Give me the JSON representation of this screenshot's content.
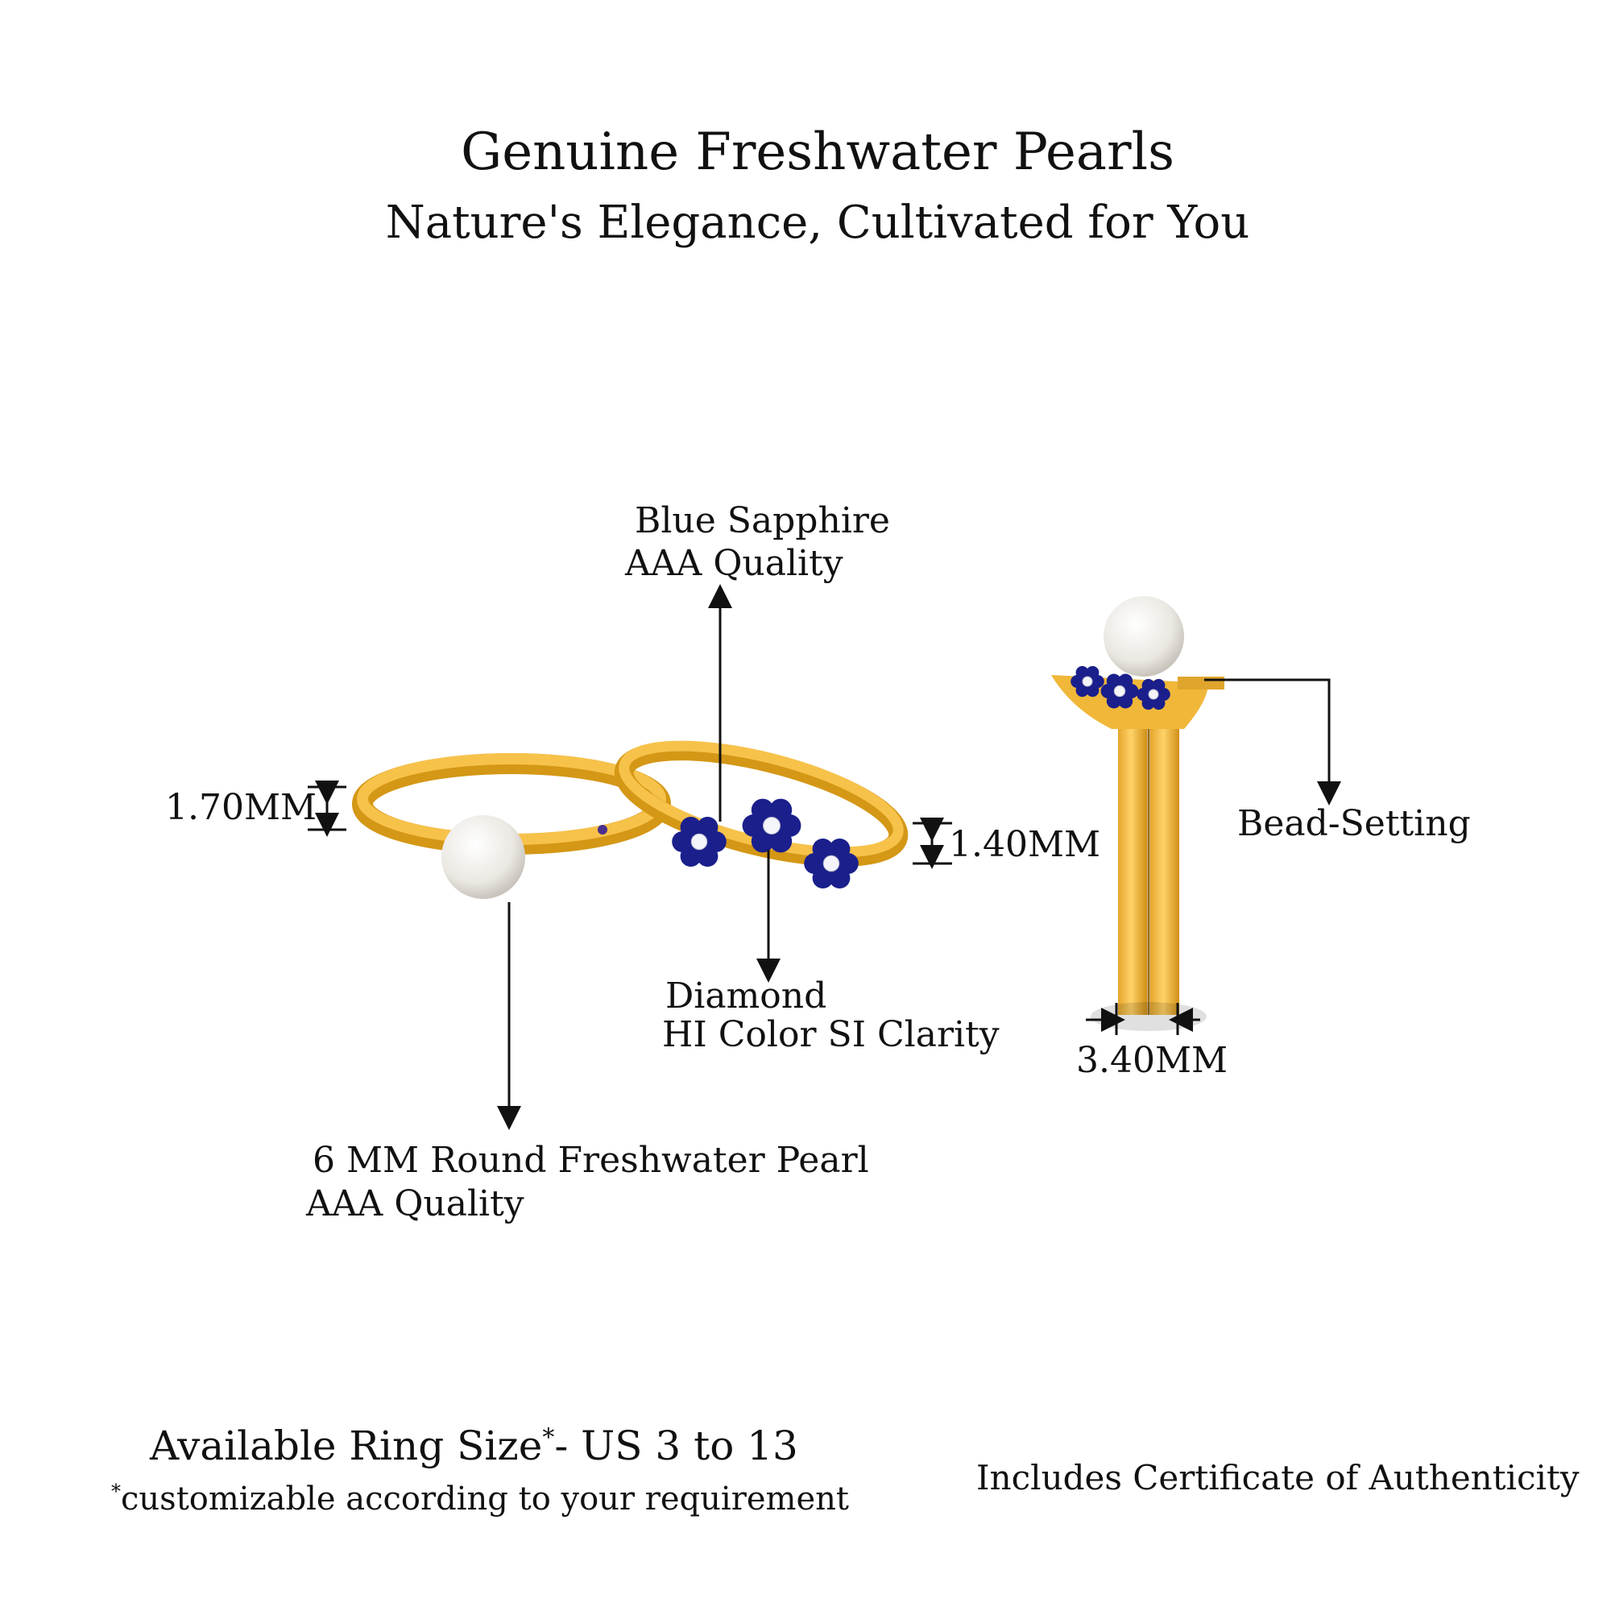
{
  "header": {
    "title": "Genuine Freshwater Pearls",
    "subtitle": "Nature's Elegance, Cultivated for You"
  },
  "callouts": {
    "sapphire_line1": "Blue Sapphire",
    "sapphire_line2": "AAA Quality",
    "diamond_line1": "Diamond",
    "diamond_line2": "HI Color SI Clarity",
    "pearl_line1": "6 MM Round Freshwater Pearl",
    "pearl_line2": "AAA Quality",
    "bead_setting": "Bead-Setting"
  },
  "dimensions": {
    "band_left": "1.70MM",
    "band_right": "1.40MM",
    "width_side": "3.40MM"
  },
  "footer": {
    "ring_size_label": "Available Ring Size",
    "asterisk": "*",
    "ring_size_value": "- US 3 to 13",
    "note": "customizable according to your requirement",
    "certificate": "Includes Certificate of Authenticity"
  },
  "colors": {
    "gold": "#f0b739",
    "gold_dark": "#c98d12",
    "sapphire": "#1a1f8c",
    "pearl": "#f2f0ec"
  }
}
